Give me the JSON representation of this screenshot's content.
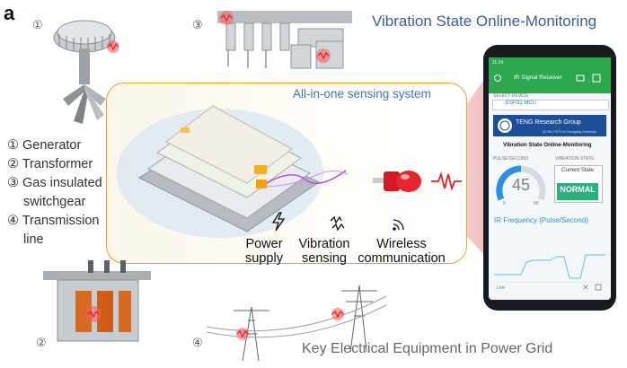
{
  "panel_label": "a",
  "title_top": "Vibration State Online-Monitoring",
  "title_bottom": "Key Electrical Equipment in Power Grid",
  "sensing_title": "All-in-one sensing system",
  "equipment": {
    "generator_num": "①",
    "transformer_num": "②",
    "switchgear_num": "③",
    "line_num": "④",
    "list": [
      "① Generator",
      "② Transformer",
      "③ Gas insulated",
      "switchgear",
      "④ Transmission",
      "line"
    ]
  },
  "functions": {
    "power": [
      "Power",
      "supply"
    ],
    "vibration": [
      "Vibration",
      "sensing"
    ],
    "wireless": [
      "Wireless",
      "communication"
    ]
  },
  "phone": {
    "status_time": "11:24",
    "app_title": "IR Signal Receiver",
    "select_device_label": "SELECT DEVICE",
    "device": "ESP32 MCU",
    "group": "TENG Research Group",
    "group_sub": "@ SKL-PETS of Chongqing University",
    "screen_title": "Vibration State Online-Monitoring",
    "pulse_label": "PULSE/SECOND",
    "gauge_value": "45",
    "gauge_min": "0",
    "gauge_max": "90",
    "vib_state_label": "VIBRATION STATE",
    "current_state_label": "Current State",
    "current_state": "NORMAL",
    "ir_freq_title": "IR Frequency (Pulse/Second)",
    "live_label": "Live"
  },
  "colors": {
    "sensing_border": "#e0a526",
    "app_green": "#2da84e",
    "normal_green": "#2bb07c",
    "accent_blue": "#3a78c2",
    "signal_red": "#e0262d"
  }
}
